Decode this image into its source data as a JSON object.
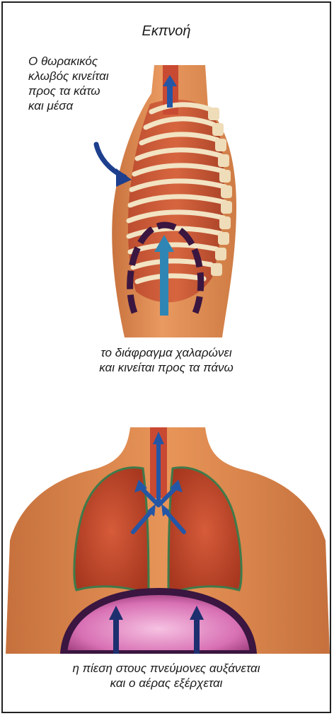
{
  "title": "Εκπνοή",
  "ribcage_note": {
    "line1": "Ο θωρακικός",
    "line2": "κλωβός κινείται",
    "line3": "προς τα κάτω",
    "line4": "και μέσα"
  },
  "diaphragm_caption": {
    "line1": "το διάφραγμα χαλαρώνει",
    "line2": "και κινείται προς τα πάνω"
  },
  "lungs_caption": {
    "line1": "η πίεση στους πνεύμονες αυξάνεται",
    "line2": "και ο αέρας εξέρχεται"
  },
  "colors": {
    "skin": "#e08a4f",
    "flesh_red": "#cc4a2e",
    "bone": "#f2e3c3",
    "arrow_blue": "#2456a6",
    "diaphragm_dark": "#3a1640",
    "lung_outline": "#3f7a4a",
    "abdomen_magenta": "#c24a9a"
  }
}
